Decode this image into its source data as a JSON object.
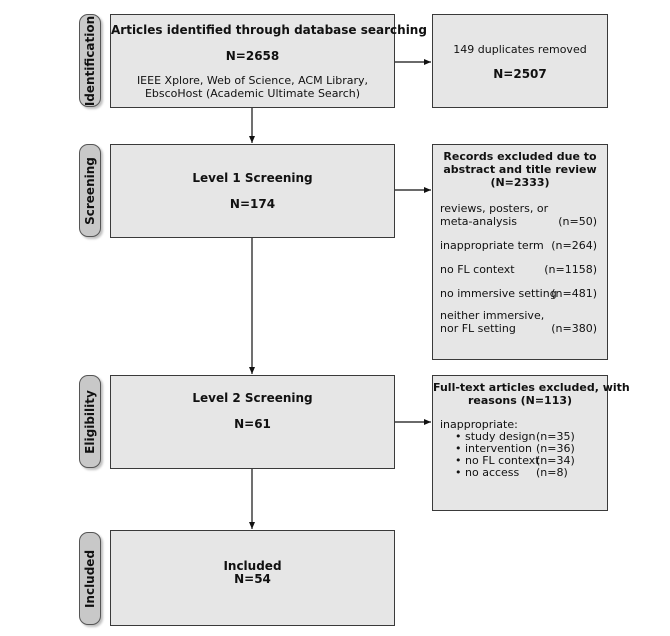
{
  "stages": {
    "identification": "Identification",
    "screening": "Screening",
    "eligibility": "Eligibility",
    "included": "Included"
  },
  "identified": {
    "title": "Articles identified through database searching",
    "n": "N=2658",
    "sources_line1": "IEEE Xplore, Web of Science, ACM Library,",
    "sources_line2": "EbscoHost (Academic Ultimate Search)"
  },
  "duplicates": {
    "text": "149 duplicates removed",
    "n": "N=2507"
  },
  "level1": {
    "title": "Level 1 Screening",
    "n": "N=174"
  },
  "excluded1": {
    "title_line1": "Records excluded due to",
    "title_line2": "abstract and title review",
    "title_line3": "(N=2333)",
    "items": [
      {
        "label1": "reviews, posters, or",
        "label2": "meta-analysis",
        "count": "(n=50)"
      },
      {
        "label1": "inappropriate term",
        "label2": "",
        "count": "(n=264)"
      },
      {
        "label1": "no FL context",
        "label2": "",
        "count": "(n=1158)"
      },
      {
        "label1": "no immersive setting",
        "label2": "",
        "count": "(n=481)"
      },
      {
        "label1": "neither immersive,",
        "label2": "nor FL setting",
        "count": "(n=380)"
      }
    ]
  },
  "level2": {
    "title": "Level 2 Screening",
    "n": "N=61"
  },
  "excluded2": {
    "title_line1": "Full-text articles excluded, with",
    "title_line2": "reasons (N=113)",
    "intro": "inappropriate:",
    "items": [
      {
        "label": "study design",
        "count": "(n=35)"
      },
      {
        "label": "intervention",
        "count": "(n=36)"
      },
      {
        "label": "no FL context",
        "count": "(n=34)"
      },
      {
        "label": "no access",
        "count": "(n=8)"
      }
    ]
  },
  "included": {
    "title": "Included",
    "n": "N=54"
  }
}
